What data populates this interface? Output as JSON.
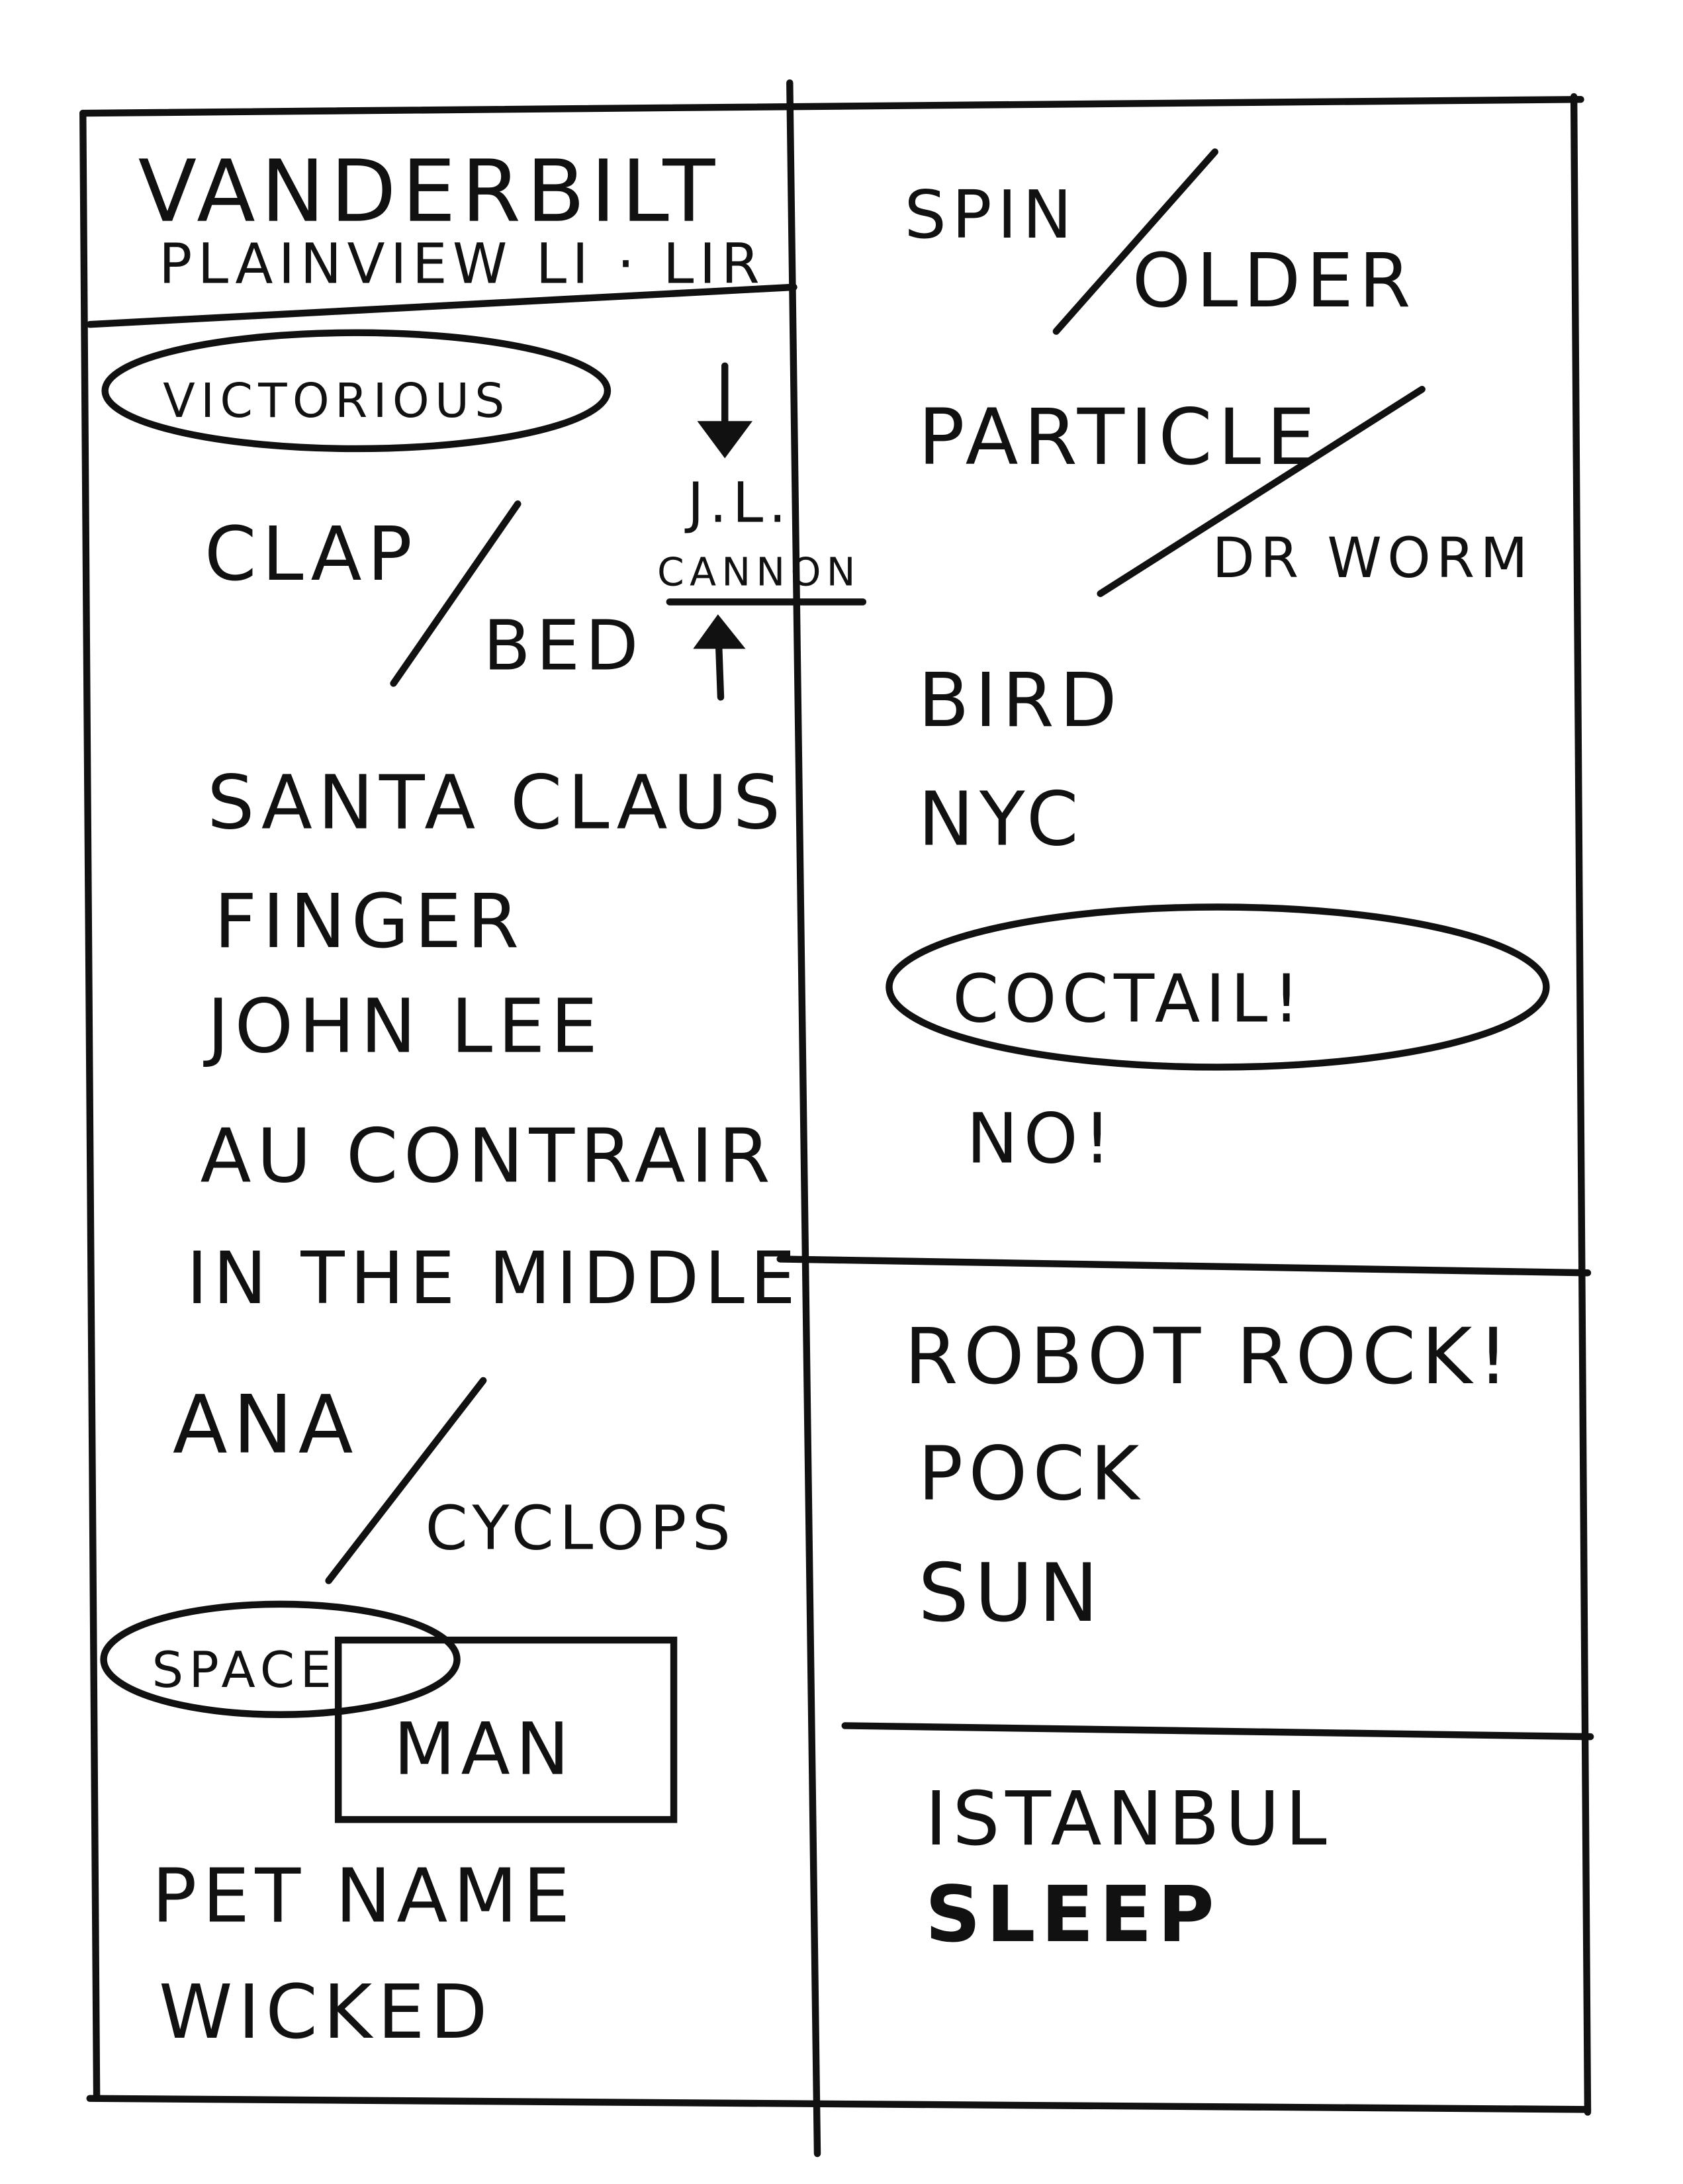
{
  "header": {
    "venue": "VANDERBILT",
    "location": "PLAINVIEW LI · LIR"
  },
  "left_column": {
    "opener": "VICTORIOUS",
    "segue_1": {
      "from": "CLAP",
      "to": "BED"
    },
    "annotation": {
      "line1": "J.L.",
      "line2": "CANNON"
    },
    "songs": [
      "SANTA CLAUS",
      "FINGER",
      "JOHN LEE",
      "AU CONTRAIR",
      "IN THE MIDDLE"
    ],
    "segue_2": {
      "from": "ANA",
      "to": "CYCLOPS"
    },
    "space_man": {
      "top": "SPACE",
      "bottom": "MAN"
    },
    "closing": [
      "PET NAME",
      "WICKED"
    ]
  },
  "right_column": {
    "segue_1": {
      "from": "SPIN",
      "to": "OLDER"
    },
    "segue_2": {
      "from": "PARTICLE",
      "to": "DR WORM"
    },
    "songs": [
      "BIRD",
      "NYC"
    ],
    "highlight": "COCTAIL!",
    "note": "NO!",
    "encore_1": [
      "ROBOT ROCK!",
      "POCK",
      "SUN"
    ],
    "encore_2": [
      "ISTANBUL",
      "SLEEP"
    ]
  }
}
